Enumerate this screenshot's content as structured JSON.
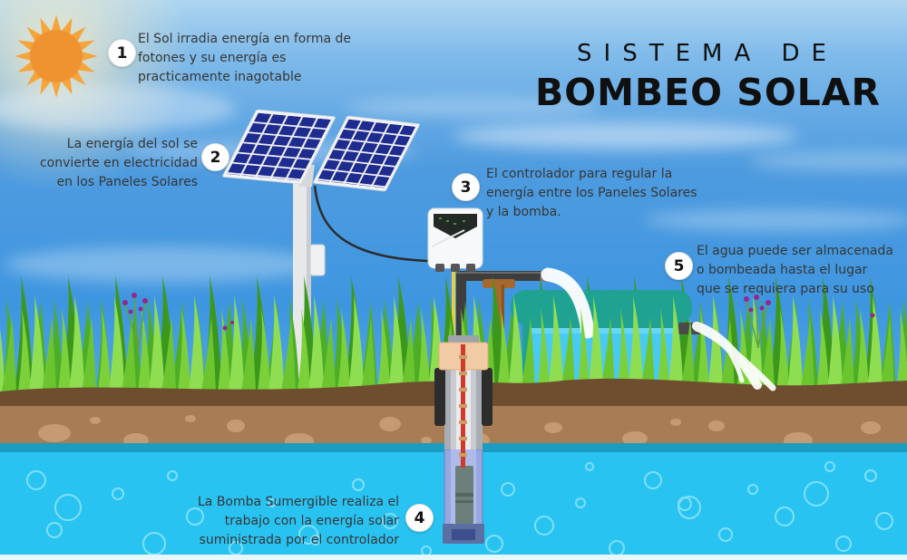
{
  "title": {
    "line1": "SISTEMA DE",
    "line2": "BOMBEO SOLAR"
  },
  "steps": [
    {
      "number": "1",
      "lines": [
        "El Sol irradia energía en forma de",
        "fotones y su energía es",
        "practicamente inagotable"
      ]
    },
    {
      "number": "2",
      "lines": [
        "La energía del sol se",
        "convierte en electricidad",
        "en los Paneles Solares"
      ]
    },
    {
      "number": "3",
      "lines": [
        "El controlador  para regular la",
        "energía entre los Paneles Solares",
        "y la bomba."
      ]
    },
    {
      "number": "4",
      "lines": [
        "La Bomba Sumergible realiza el",
        "trabajo con la energía solar",
        "suministrada por el controlador"
      ]
    },
    {
      "number": "5",
      "lines": [
        "El agua puede ser almacenada",
        "o bombeada hasta el lugar",
        "que se requiera para su uso"
      ]
    }
  ],
  "colors": {
    "sky": "#3E96E0",
    "sun_core": "#EF9330",
    "sun_rays": "#F4A53E",
    "panel_cell": "#1E2B8F",
    "grass_dark": "#3F9E1F",
    "grass_light": "#7CD13A",
    "soil_dark": "#6F4E2F",
    "soil_light": "#A87D55",
    "groundwater": "#29C3F2",
    "tank": "#1FA292",
    "tank_water": "#49CAF3",
    "pump_cable": "#D03A2B",
    "title_text": "#101010",
    "body_text": "#363636"
  }
}
